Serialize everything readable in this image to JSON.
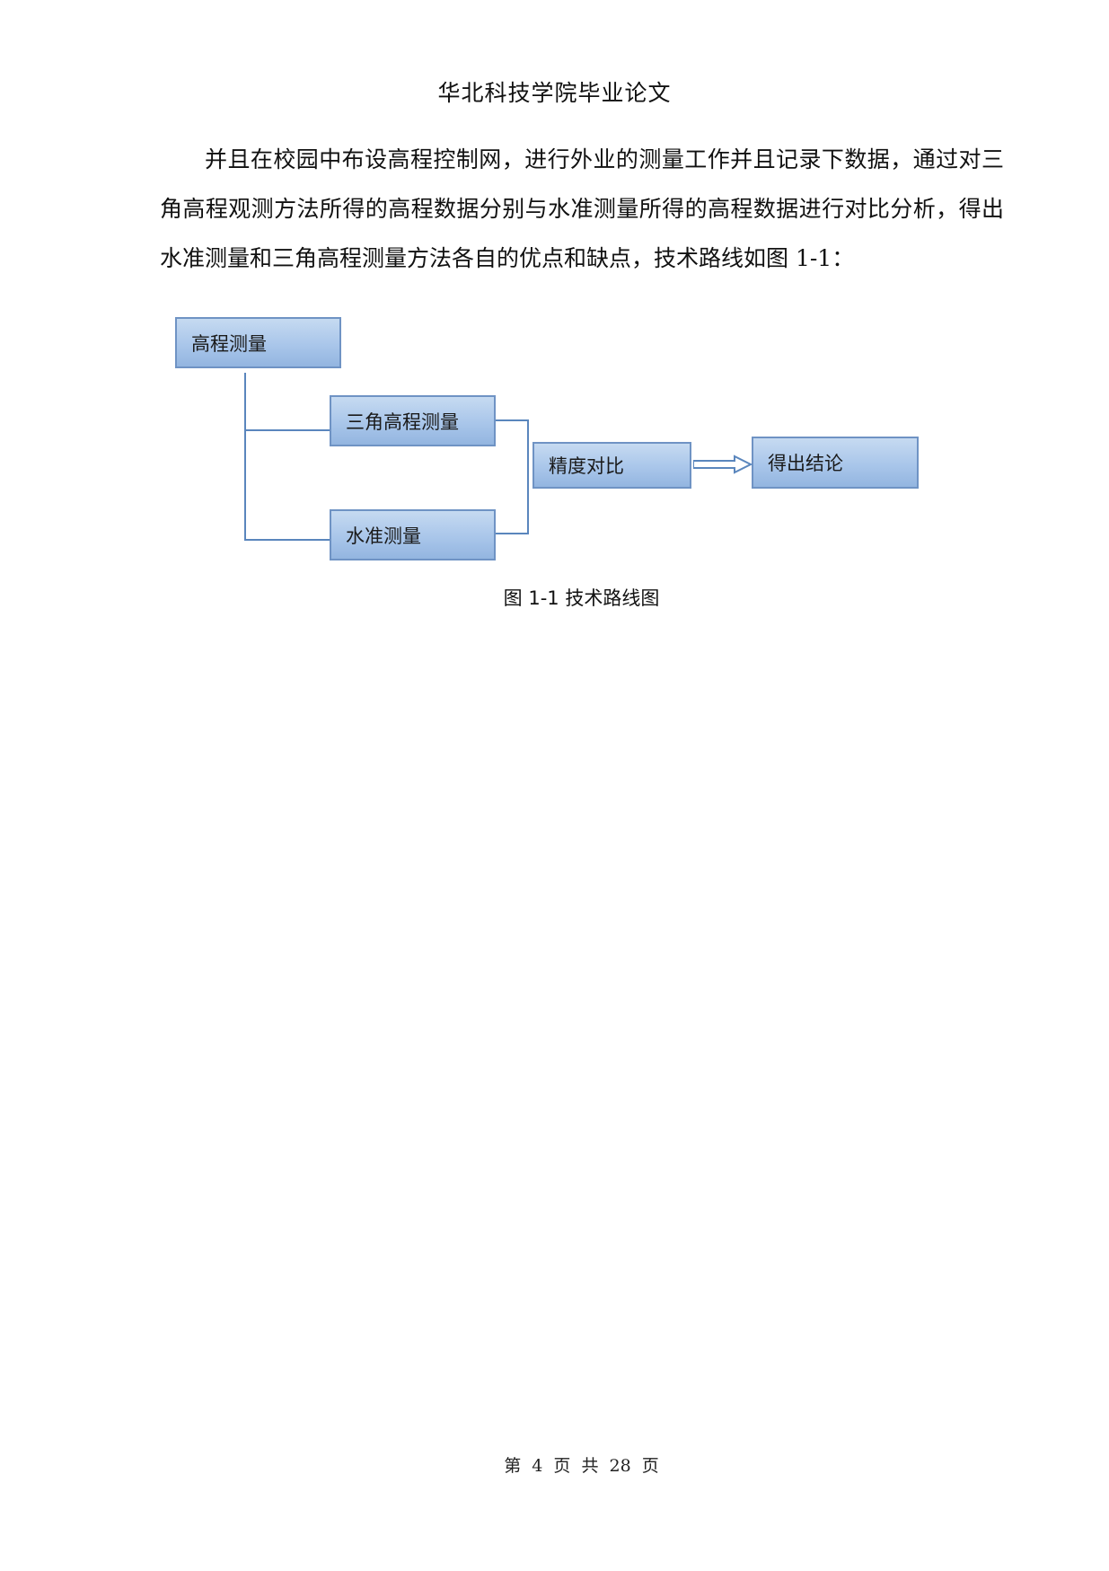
{
  "header": {
    "title": "华北科技学院毕业论文"
  },
  "body": {
    "paragraph": "并且在校园中布设高程控制网，进行外业的测量工作并且记录下数据，通过对三角高程观测方法所得的高程数据分别与水准测量所得的高程数据进行对比分析，得出水准测量和三角高程测量方法各自的优点和缺点，技术路线如图 1-1："
  },
  "figure": {
    "nodes": {
      "root": "高程测量",
      "trig": "三角高程测量",
      "level": "水准测量",
      "compare": "精度对比",
      "result": "得出结论"
    },
    "caption": "图 1-1  技术路线图"
  },
  "footer": {
    "page_label": "第 4 页 共 28 页"
  }
}
